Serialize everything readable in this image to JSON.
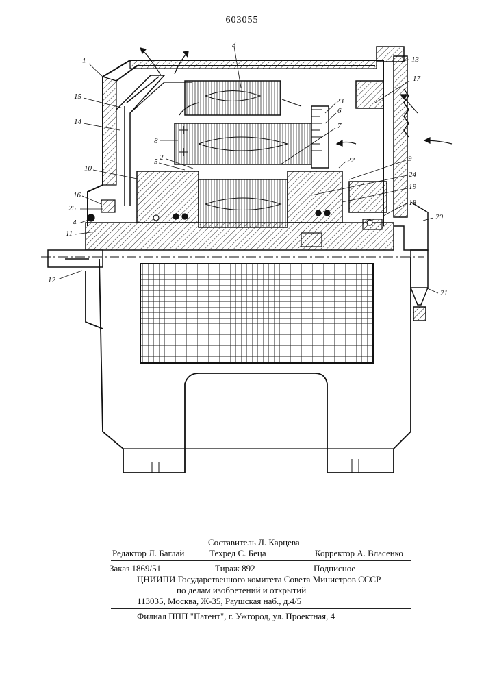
{
  "patent_number": "603055",
  "drawing": {
    "labels": [
      "1",
      "13",
      "17",
      "3",
      "15",
      "14",
      "8",
      "2",
      "5",
      "23",
      "6",
      "7",
      "22",
      "9",
      "10",
      "24",
      "19",
      "16",
      "25",
      "4",
      "11",
      "12",
      "18",
      "20",
      "21"
    ]
  },
  "footer": {
    "compiler": "Составитель Л. Карцева",
    "editor": "Редактор Л. Баглай",
    "techred": "Техред С. Беца",
    "corrector": "Корректор А. Власенко",
    "order": "Заказ 1869/51",
    "circulation": "Тираж 892",
    "subscription": "Подписное",
    "institute": "ЦНИИПИ Государственного комитета Совета Министров СССР",
    "institute2": "по делам изобретений и открытий",
    "address": "113035, Москва, Ж-35, Раушская наб., д.4/5",
    "branch": "Филиал ППП \"Патент\", г. Ужгород, ул. Проектная, 4"
  }
}
